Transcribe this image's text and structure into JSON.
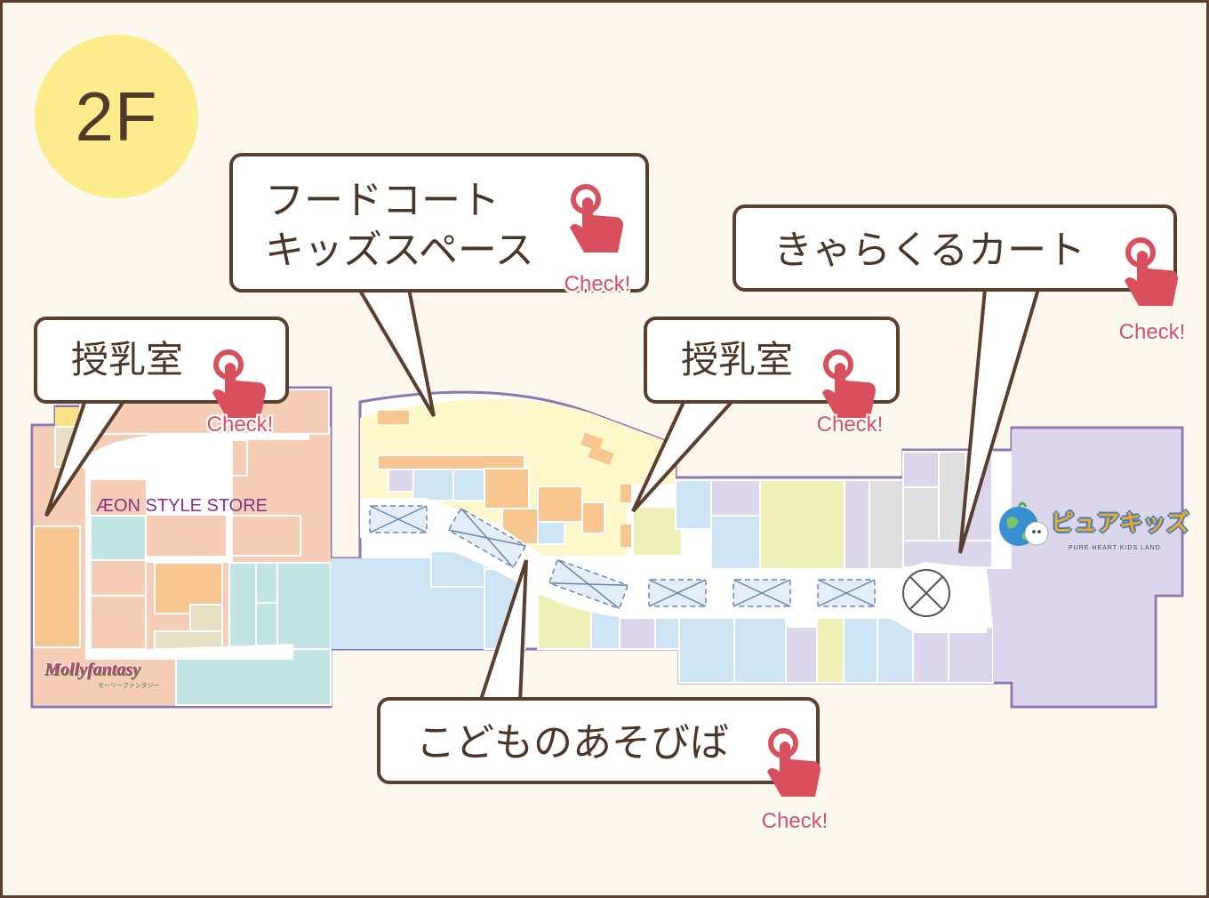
{
  "floor": {
    "label": "2F"
  },
  "callouts": {
    "nursing_left": {
      "label": "授乳室",
      "check": "Check!"
    },
    "food_court": {
      "line1": "フードコート",
      "line2": "キッズスペース",
      "check": "Check!"
    },
    "nursing_center": {
      "label": "授乳室",
      "check": "Check!"
    },
    "kyara_cart": {
      "label": "きゃらくるカート",
      "check": "Check!"
    },
    "play_area": {
      "label": "こどものあそびば",
      "check": "Check!"
    }
  },
  "stores": {
    "aeon": "ÆON STYLE STORE",
    "molly_fantasy": "Mollyfantasy",
    "molly_sub": "モーリーファンタジー",
    "pure_kids": "ピュアキッズ",
    "pure_kids_sub": "PURE HEART KIDS LAND"
  },
  "colors": {
    "outline": "#5a3f2f",
    "check_red": "#d84f5e",
    "badge_yellow": "#fcec8d",
    "aeon_pink": "#f6cdb6",
    "food_yellow": "#fdf7cc",
    "orange_store": "#f8c690",
    "blue_store": "#cde4f5",
    "lavender": "#dcd6ec",
    "green_store": "#eef0b8",
    "teal": "#c2e4e4",
    "grey": "#dedede",
    "building_border": "#8e76b4"
  },
  "icons": [
    "hand-pointer-icon",
    "escalator-icon",
    "elevator-icon"
  ]
}
